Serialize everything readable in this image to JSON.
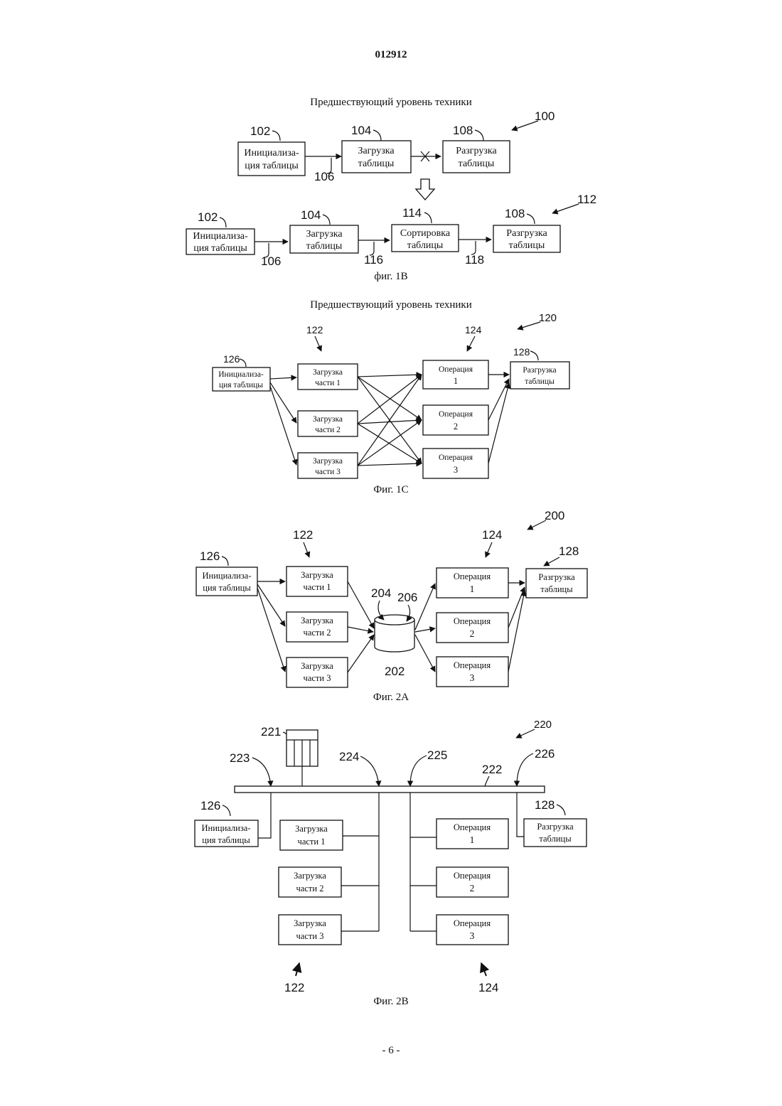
{
  "header": {
    "doc_number": "012912",
    "page_number": "- 6 -"
  },
  "fig1b": {
    "heading": "Предшествующий уровень техники",
    "caption": "фиг. 1В",
    "top": {
      "ref": "100",
      "init": {
        "ref": "102",
        "line1": "Инициализа-",
        "line2": "ция таблицы"
      },
      "load": {
        "ref": "104",
        "line1": "Загрузка",
        "line2": "таблицы"
      },
      "unload": {
        "ref": "108",
        "line1": "Разгрузка",
        "line2": "таблицы"
      },
      "link": "106"
    },
    "bottom": {
      "ref": "112",
      "init": {
        "ref": "102",
        "line1": "Инициализа-",
        "line2": "ция таблицы"
      },
      "load": {
        "ref": "104",
        "line1": "Загрузка",
        "line2": "таблицы"
      },
      "sort": {
        "ref": "114",
        "line1": "Сортировка",
        "line2": "таблицы"
      },
      "unload": {
        "ref": "108",
        "line1": "Разгрузка",
        "line2": "таблицы"
      },
      "link1": "106",
      "link2": "116",
      "link3": "118"
    }
  },
  "fig1c": {
    "heading": "Предшествующий уровень техники",
    "caption": "Фиг. 1С",
    "ref": "120",
    "ref_loads": "122",
    "ref_ops": "124",
    "ref_init": "126",
    "ref_unload": "128",
    "init": {
      "line1": "Инициализа-",
      "line2": "ция таблицы"
    },
    "loads": [
      {
        "line1": "Загрузка",
        "line2": "части 1"
      },
      {
        "line1": "Загрузка",
        "line2": "части 2"
      },
      {
        "line1": "Загрузка",
        "line2": "части 3"
      }
    ],
    "ops": [
      {
        "line1": "Операция",
        "line2": "1"
      },
      {
        "line1": "Операция",
        "line2": "2"
      },
      {
        "line1": "Операция",
        "line2": "3"
      }
    ],
    "unload": {
      "line1": "Разгрузка",
      "line2": "таблицы"
    }
  },
  "fig2a": {
    "caption": "Фиг. 2А",
    "ref": "200",
    "ref_loads": "122",
    "ref_ops": "124",
    "ref_init": "126",
    "ref_unload": "128",
    "ref_db": "202",
    "ref_db_in": "204",
    "ref_db_out": "206",
    "init": {
      "line1": "Инициализа-",
      "line2": "ция таблицы"
    },
    "loads": [
      {
        "line1": "Загрузка",
        "line2": "части 1"
      },
      {
        "line1": "Загрузка",
        "line2": "части 2"
      },
      {
        "line1": "Загрузка",
        "line2": "части 3"
      }
    ],
    "ops": [
      {
        "line1": "Операция",
        "line2": "1"
      },
      {
        "line1": "Операция",
        "line2": "2"
      },
      {
        "line1": "Операция",
        "line2": "3"
      }
    ],
    "unload": {
      "line1": "Разгрузка",
      "line2": "таблицы"
    }
  },
  "fig2b": {
    "caption": "Фиг. 2В",
    "ref": "220",
    "ref_server": "221",
    "ref_bus": "222",
    "ref_port_init": "223",
    "ref_port_loads": "224",
    "ref_port_ops": "225",
    "ref_port_unload": "226",
    "ref_loads": "122",
    "ref_ops": "124",
    "ref_init": "126",
    "ref_unload": "128",
    "init": {
      "line1": "Инициализа-",
      "line2": "ция таблицы"
    },
    "loads": [
      {
        "line1": "Загрузка",
        "line2": "части 1"
      },
      {
        "line1": "Загрузка",
        "line2": "части 2"
      },
      {
        "line1": "Загрузка",
        "line2": "части 3"
      }
    ],
    "ops": [
      {
        "line1": "Операция",
        "line2": "1"
      },
      {
        "line1": "Операция",
        "line2": "2"
      },
      {
        "line1": "Операция",
        "line2": "3"
      }
    ],
    "unload": {
      "line1": "Разгрузка",
      "line2": "таблицы"
    }
  }
}
